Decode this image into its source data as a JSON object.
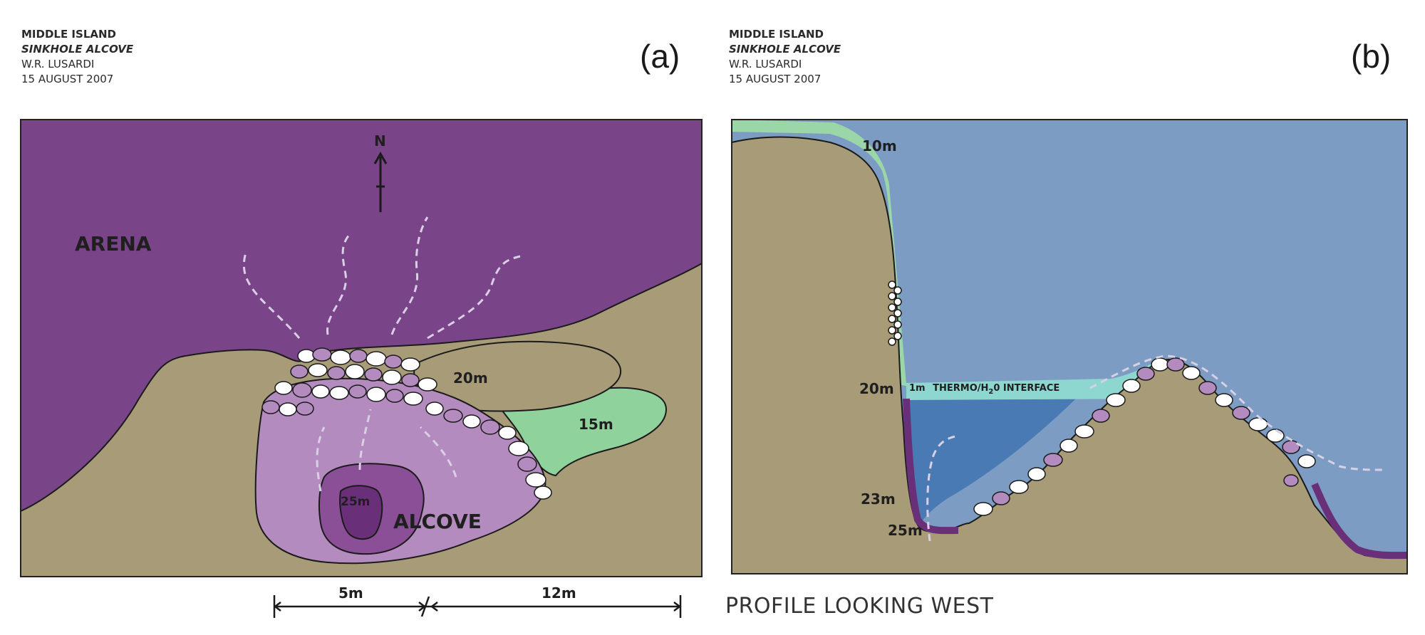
{
  "panel_a": {
    "header": {
      "line1": "MIDDLE ISLAND",
      "line2": "SINKHOLE ALCOVE",
      "line3": "W.R. LUSARDI",
      "line4": "15 AUGUST 2007"
    },
    "letter": "(a)",
    "north": "N",
    "labels": {
      "arena": "ARENA",
      "alcove": "ALCOVE",
      "depth_20": "20m",
      "depth_15": "15m",
      "depth_25": "25m"
    },
    "scale": {
      "left": "5m",
      "right": "12m"
    }
  },
  "panel_b": {
    "header": {
      "line1": "MIDDLE ISLAND",
      "line2": "SINKHOLE ALCOVE",
      "line3": "W.R. LUSARDI",
      "line4": "15 AUGUST 2007"
    },
    "letter": "(b)",
    "labels": {
      "depth_10": "10m",
      "depth_20": "20m",
      "depth_23": "23m",
      "depth_25": "25m",
      "interface_prefix": "1m",
      "interface_text": "THERMO/H",
      "interface_sub": "2",
      "interface_suffix": "0 INTERFACE"
    },
    "caption": "PROFILE LOOKING WEST"
  },
  "colors": {
    "purple_dark": "#7a4489",
    "purple_mid": "#b48bbf",
    "purple_deep": "#8b4f97",
    "rock": "#a89b78",
    "green": "#8fd29b",
    "water": "#7c9cc4",
    "water_deep": "#4a7ab4",
    "interface": "#8ed7d0"
  }
}
